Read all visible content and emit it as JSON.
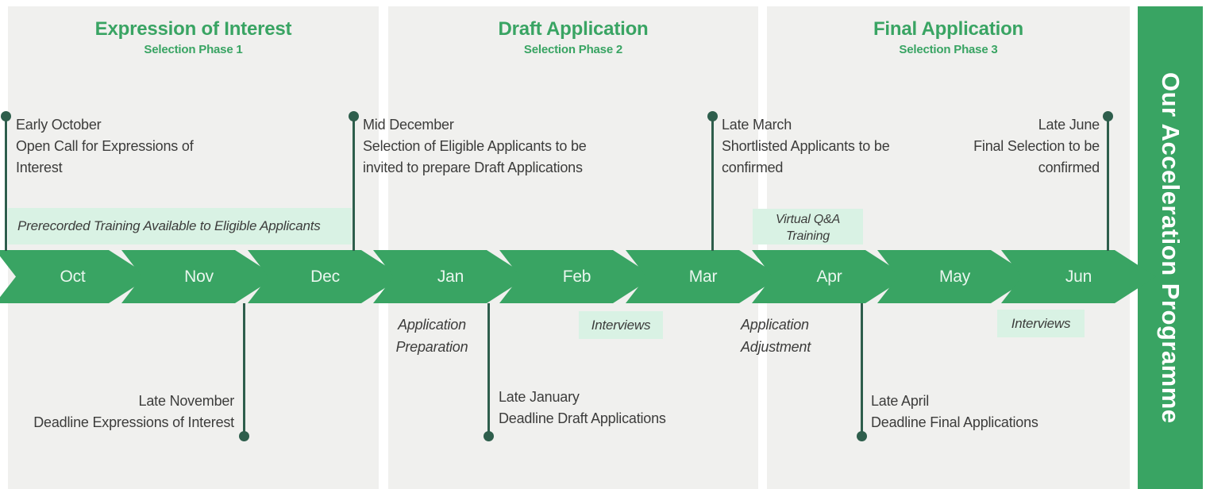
{
  "colors": {
    "green": "#39a463",
    "dark_green": "#2e5e4c",
    "badge_bg": "#d9f2e4",
    "panel_bg": "#f0f0ee",
    "text": "#3c3c3b",
    "month_text": "#e9f6ee"
  },
  "sidebar": {
    "title": "Our Acceleration Programme"
  },
  "phases": [
    {
      "title": "Expression of Interest",
      "subtitle": "Selection Phase 1"
    },
    {
      "title": "Draft Application",
      "subtitle": "Selection Phase 2"
    },
    {
      "title": "Final Application",
      "subtitle": "Selection Phase 3"
    }
  ],
  "months": [
    "Oct",
    "Nov",
    "Dec",
    "Jan",
    "Feb",
    "Mar",
    "Apr",
    "May",
    "Jun"
  ],
  "milestones": {
    "early_october": {
      "date": "Early October",
      "line1": "Open Call for Expressions of",
      "line2": "Interest"
    },
    "mid_december": {
      "date": "Mid December",
      "line1": "Selection of Eligible Applicants to be",
      "line2": "invited to prepare Draft Applications"
    },
    "late_march": {
      "date": "Late March",
      "line1": "Shortlisted Applicants to be",
      "line2": "confirmed"
    },
    "late_june": {
      "date": "Late June",
      "line1": "Final Selection to be",
      "line2": "confirmed"
    },
    "late_november": {
      "date": "Late November",
      "line1": "Deadline Expressions of Interest"
    },
    "late_january": {
      "date": "Late January",
      "line1": "Deadline Draft Applications"
    },
    "late_april": {
      "date": "Late April",
      "line1": "Deadline Final Applications"
    }
  },
  "activities": {
    "prerecorded_training": "Prerecorded Training Available to Eligible Applicants",
    "application_preparation": {
      "line1": "Application",
      "line2": "Preparation"
    },
    "application_adjustment": {
      "line1": "Application",
      "line2": "Adjustment"
    },
    "virtual_qa": {
      "line1": "Virtual Q&A",
      "line2": "Training"
    },
    "interviews_1": "Interviews",
    "interviews_2": "Interviews"
  }
}
